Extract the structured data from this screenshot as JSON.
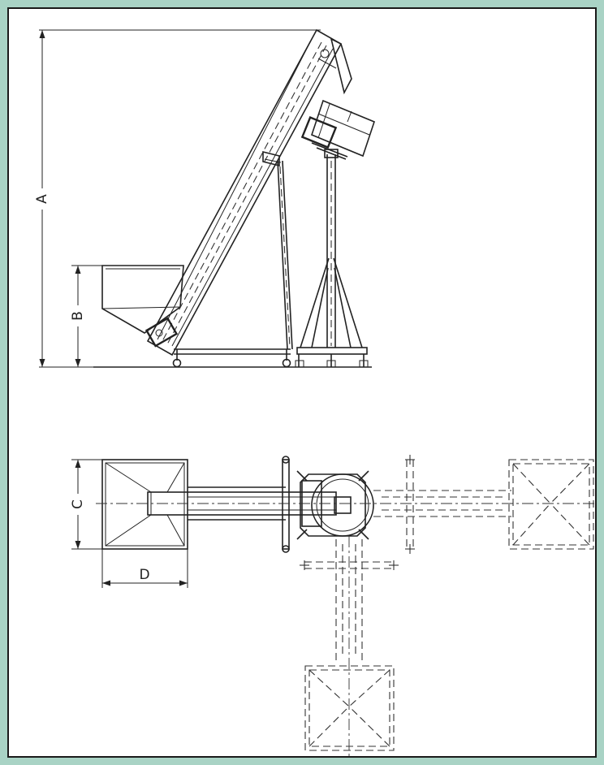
{
  "dimensions": {
    "a": "A",
    "b": "B",
    "c": "C",
    "d": "D"
  },
  "colors": {
    "frame_background": "#a9d3c5",
    "line": "#222222"
  }
}
